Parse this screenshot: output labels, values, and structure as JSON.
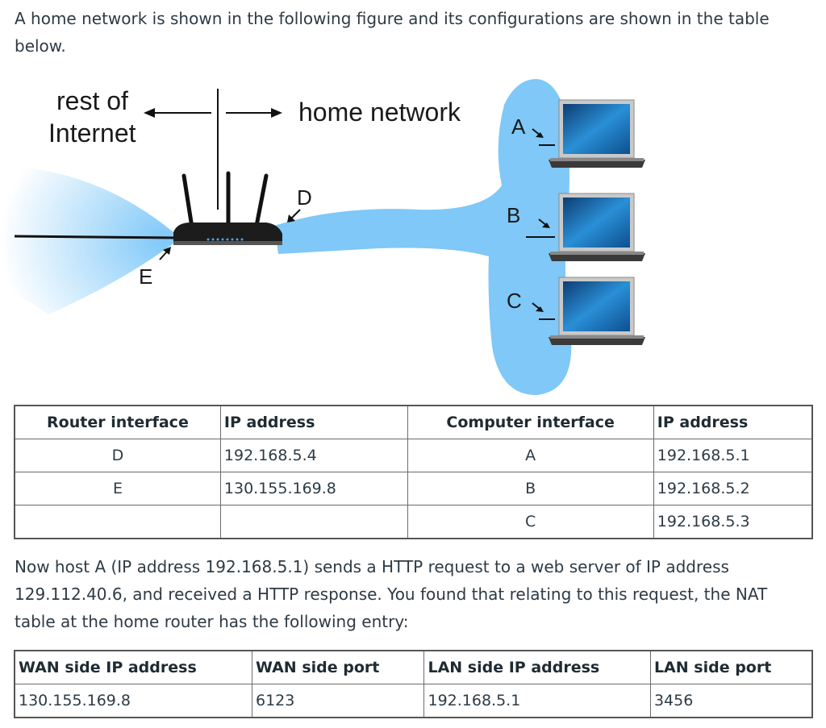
{
  "intro_text": "A home network is shown in the following figure and its configurations are shown in the table below.",
  "figure": {
    "rest_label_1": "rest of",
    "rest_label_2": "Internet",
    "home_label": "home network",
    "label_D": "D",
    "label_E": "E",
    "label_A": "A",
    "label_B": "B",
    "label_C": "C",
    "cloud_color": "#7fc8f8",
    "screen_color": "#1f7fc4"
  },
  "config_table": {
    "headers": [
      "Router interface",
      "IP address",
      "Computer interface",
      "IP address"
    ],
    "rows": [
      [
        "D",
        "192.168.5.4",
        "A",
        "192.168.5.1"
      ],
      [
        "E",
        "130.155.169.8",
        "B",
        "192.168.5.2"
      ],
      [
        "",
        "",
        "C",
        "192.168.5.3"
      ]
    ]
  },
  "question_text": "Now host A (IP address 192.168.5.1) sends a HTTP request to a web server of IP address 129.112.40.6, and received a HTTP response. You found that relating to this request, the NAT table at the home router has the following entry:",
  "nat_table": {
    "headers": [
      "WAN side IP address",
      "WAN side port",
      "LAN side IP address",
      "LAN side port"
    ],
    "rows": [
      [
        "130.155.169.8",
        "6123",
        "192.168.5.1",
        "3456"
      ]
    ]
  }
}
